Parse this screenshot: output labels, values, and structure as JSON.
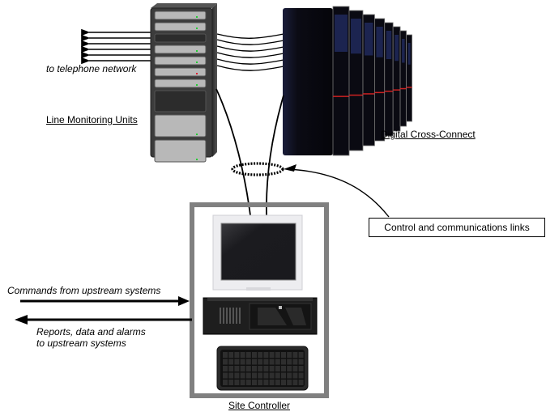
{
  "title": "Line monitoring system architecture",
  "labels": {
    "telephone_network": "to telephone network",
    "line_monitoring_units": "Line Monitoring Units",
    "digital_cross_connect": "Digital Cross-Connect",
    "control_links": "Control and communications links",
    "commands_in": "Commands from upstream systems",
    "reports_out_line1": "Reports, data and alarms",
    "reports_out_line2": "to upstream systems",
    "site_controller": "Site Controller"
  },
  "components": {
    "lmu_rack": {
      "name": "Line Monitoring Units",
      "slots": [
        "unit",
        "unit",
        "blank",
        "unit",
        "unit",
        "unit-alarm",
        "unit",
        "blank-large",
        "unit-large",
        "unit-large"
      ],
      "led_colors": {
        "ok": "#22cc33",
        "alarm": "#dd2233"
      }
    },
    "dcs": {
      "name": "Digital Cross-Connect",
      "cabinets": 9
    },
    "site_controller": {
      "name": "Site Controller",
      "parts": [
        "monitor",
        "rack-pc",
        "keyboard"
      ]
    }
  },
  "connections": {
    "telephone_lines": 6,
    "lmu_to_dcs_lines": 6,
    "control_links": 2
  },
  "colors": {
    "frame": "#808080",
    "rack_body": "#3a3a3a",
    "dcs_body": "#0c0c18",
    "dcs_accent": "#1c2450",
    "red_stripe": "#cc2222"
  }
}
